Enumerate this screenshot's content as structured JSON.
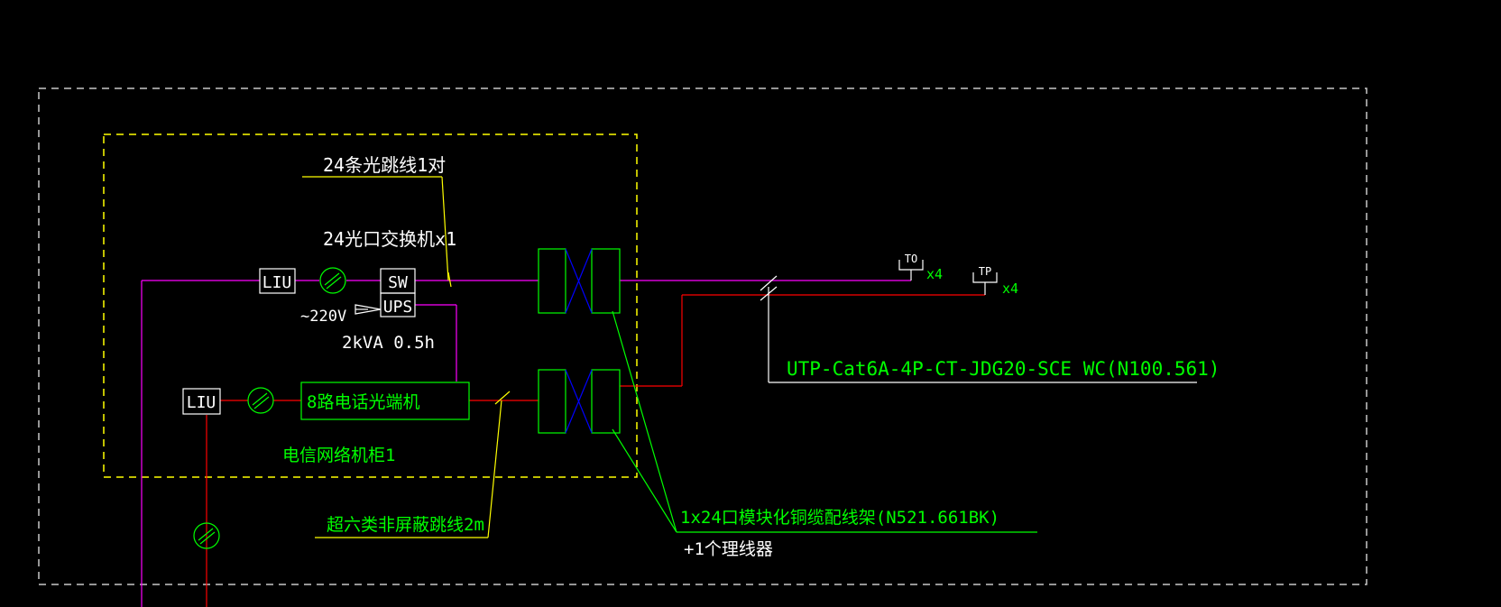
{
  "colors": {
    "background": "#000000",
    "white": "#ffffff",
    "yellow": "#ffff00",
    "green": "#00ff00",
    "magenta": "#ff00ff",
    "red": "#ff0000",
    "blue": "#0000ff",
    "grey": "#c8c8c8"
  },
  "labels": {
    "fiber_jumper": "24条光跳线1对",
    "switch_desc": "24光口交换机x1",
    "liu_top": "LIU",
    "liu_bottom": "LIU",
    "sw": "SW",
    "ups": "UPS",
    "voltage": "~220V",
    "ups_spec": "2kVA 0.5h",
    "phone_optical": "8路电话光端机",
    "cabinet_name": "电信网络机柜1",
    "shielded_jumper": "超六类非屏蔽跳线2m",
    "patch_panel": "1x24口模块化铜缆配线架(N521.661BK)",
    "cable_manager": "+1个理线器",
    "cable_spec": "UTP-Cat6A-4P-CT-JDG20-SCE WC(N100.561)",
    "outlet_to": "TO",
    "outlet_tp": "TP",
    "to_count": "x4",
    "tp_count": "x4"
  },
  "icons": [
    "fiber-connector-icon",
    "fiber-connector-icon",
    "fiber-connector-icon",
    "patch-panel-icon",
    "patch-panel-icon",
    "data-outlet-icon",
    "phone-outlet-icon"
  ]
}
